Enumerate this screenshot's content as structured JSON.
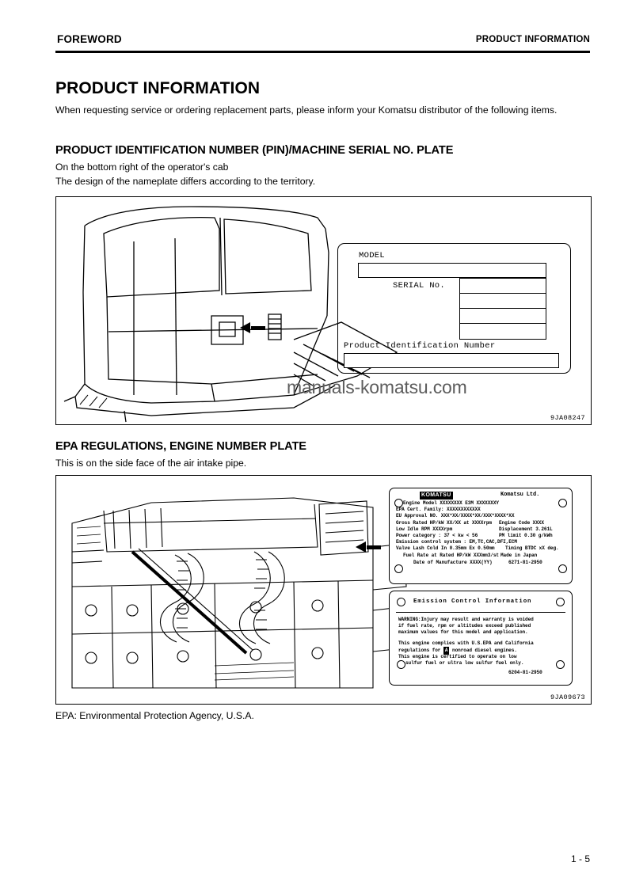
{
  "running_head": {
    "left": "FOREWORD",
    "right": "PRODUCT INFORMATION"
  },
  "page_number": "1 - 5",
  "watermark": "manuals-komatsu.com",
  "sections": {
    "product_information": {
      "title": "PRODUCT INFORMATION",
      "intro": "When requesting service or ordering replacement parts, please inform your Komatsu distributor of the following items."
    },
    "pin_plate": {
      "title": "PRODUCT IDENTIFICATION NUMBER (PIN)/MACHINE SERIAL NO. PLATE",
      "line1": "On the bottom right of the operator's cab",
      "line2": "The design of the nameplate differs according to the territory.",
      "figure_id": "9JA08247",
      "nameplate": {
        "model_label": "MODEL",
        "serial_label": "SERIAL No.",
        "pin_label": "Product Identification Number"
      }
    },
    "epa_plate": {
      "title": "EPA REGULATIONS, ENGINE NUMBER PLATE",
      "line1": "This is on the side face of the air intake pipe.",
      "footnote": "EPA: Environmental Protection Agency, U.S.A.",
      "figure_id": "9JA09673"
    }
  },
  "engine_data_plate": {
    "logo": "KOMATSU",
    "maker": "Komatsu Ltd.",
    "lines": [
      "Engine Model XXXXXXXX E3M XXXXXXXY",
      "EPA Cert. Family: XXXXXXXXXXXX",
      "EU Approval NO. XXX*XX/XXXX*XX/XXX*XXXX*XX",
      "Gross Rated HP/kW XX/XX at XXXXrpm",
      "Low Idle RPM XXXXrpm",
      "Power category : 37 < kw < 56",
      "Emission control system : EM,TC,CAC,DFI,ECM",
      "Valve Lash Cold In 0.35mm  Ex 0.50mm",
      "Fuel Rate at Rated HP/kW XXXmm3/st",
      "Date of Manufacture XXXX(YY)"
    ],
    "right_lines": [
      "Engine Code XXXX",
      "Displacement 3.261L",
      "PM limit  0.30 g/kWh",
      "Timing BTDC xX deg.",
      "Made in Japan"
    ],
    "part_number": "6271-81-2950"
  },
  "emission_info_plate": {
    "title": "Emission Control Information",
    "warning": "WARNING:Injury may result and warranty is voided if fuel rate, rpm or altitudes exceed published maximum values for this model and application.",
    "warning_lines": [
      "WARNING:Injury may result and warranty is voided",
      "if fuel rate, rpm or altitudes exceed published",
      "maximum values for this model and application."
    ],
    "compliance_lines": [
      "This engine complies with U.S.EPA and California",
      "regulations for",
      "nonroad diesel engines.",
      "This engine is certified to operate on low",
      "sulfur fuel or ultra low sulfur fuel only."
    ],
    "boxed_mark": "A",
    "part_number": "6204-81-2950"
  }
}
